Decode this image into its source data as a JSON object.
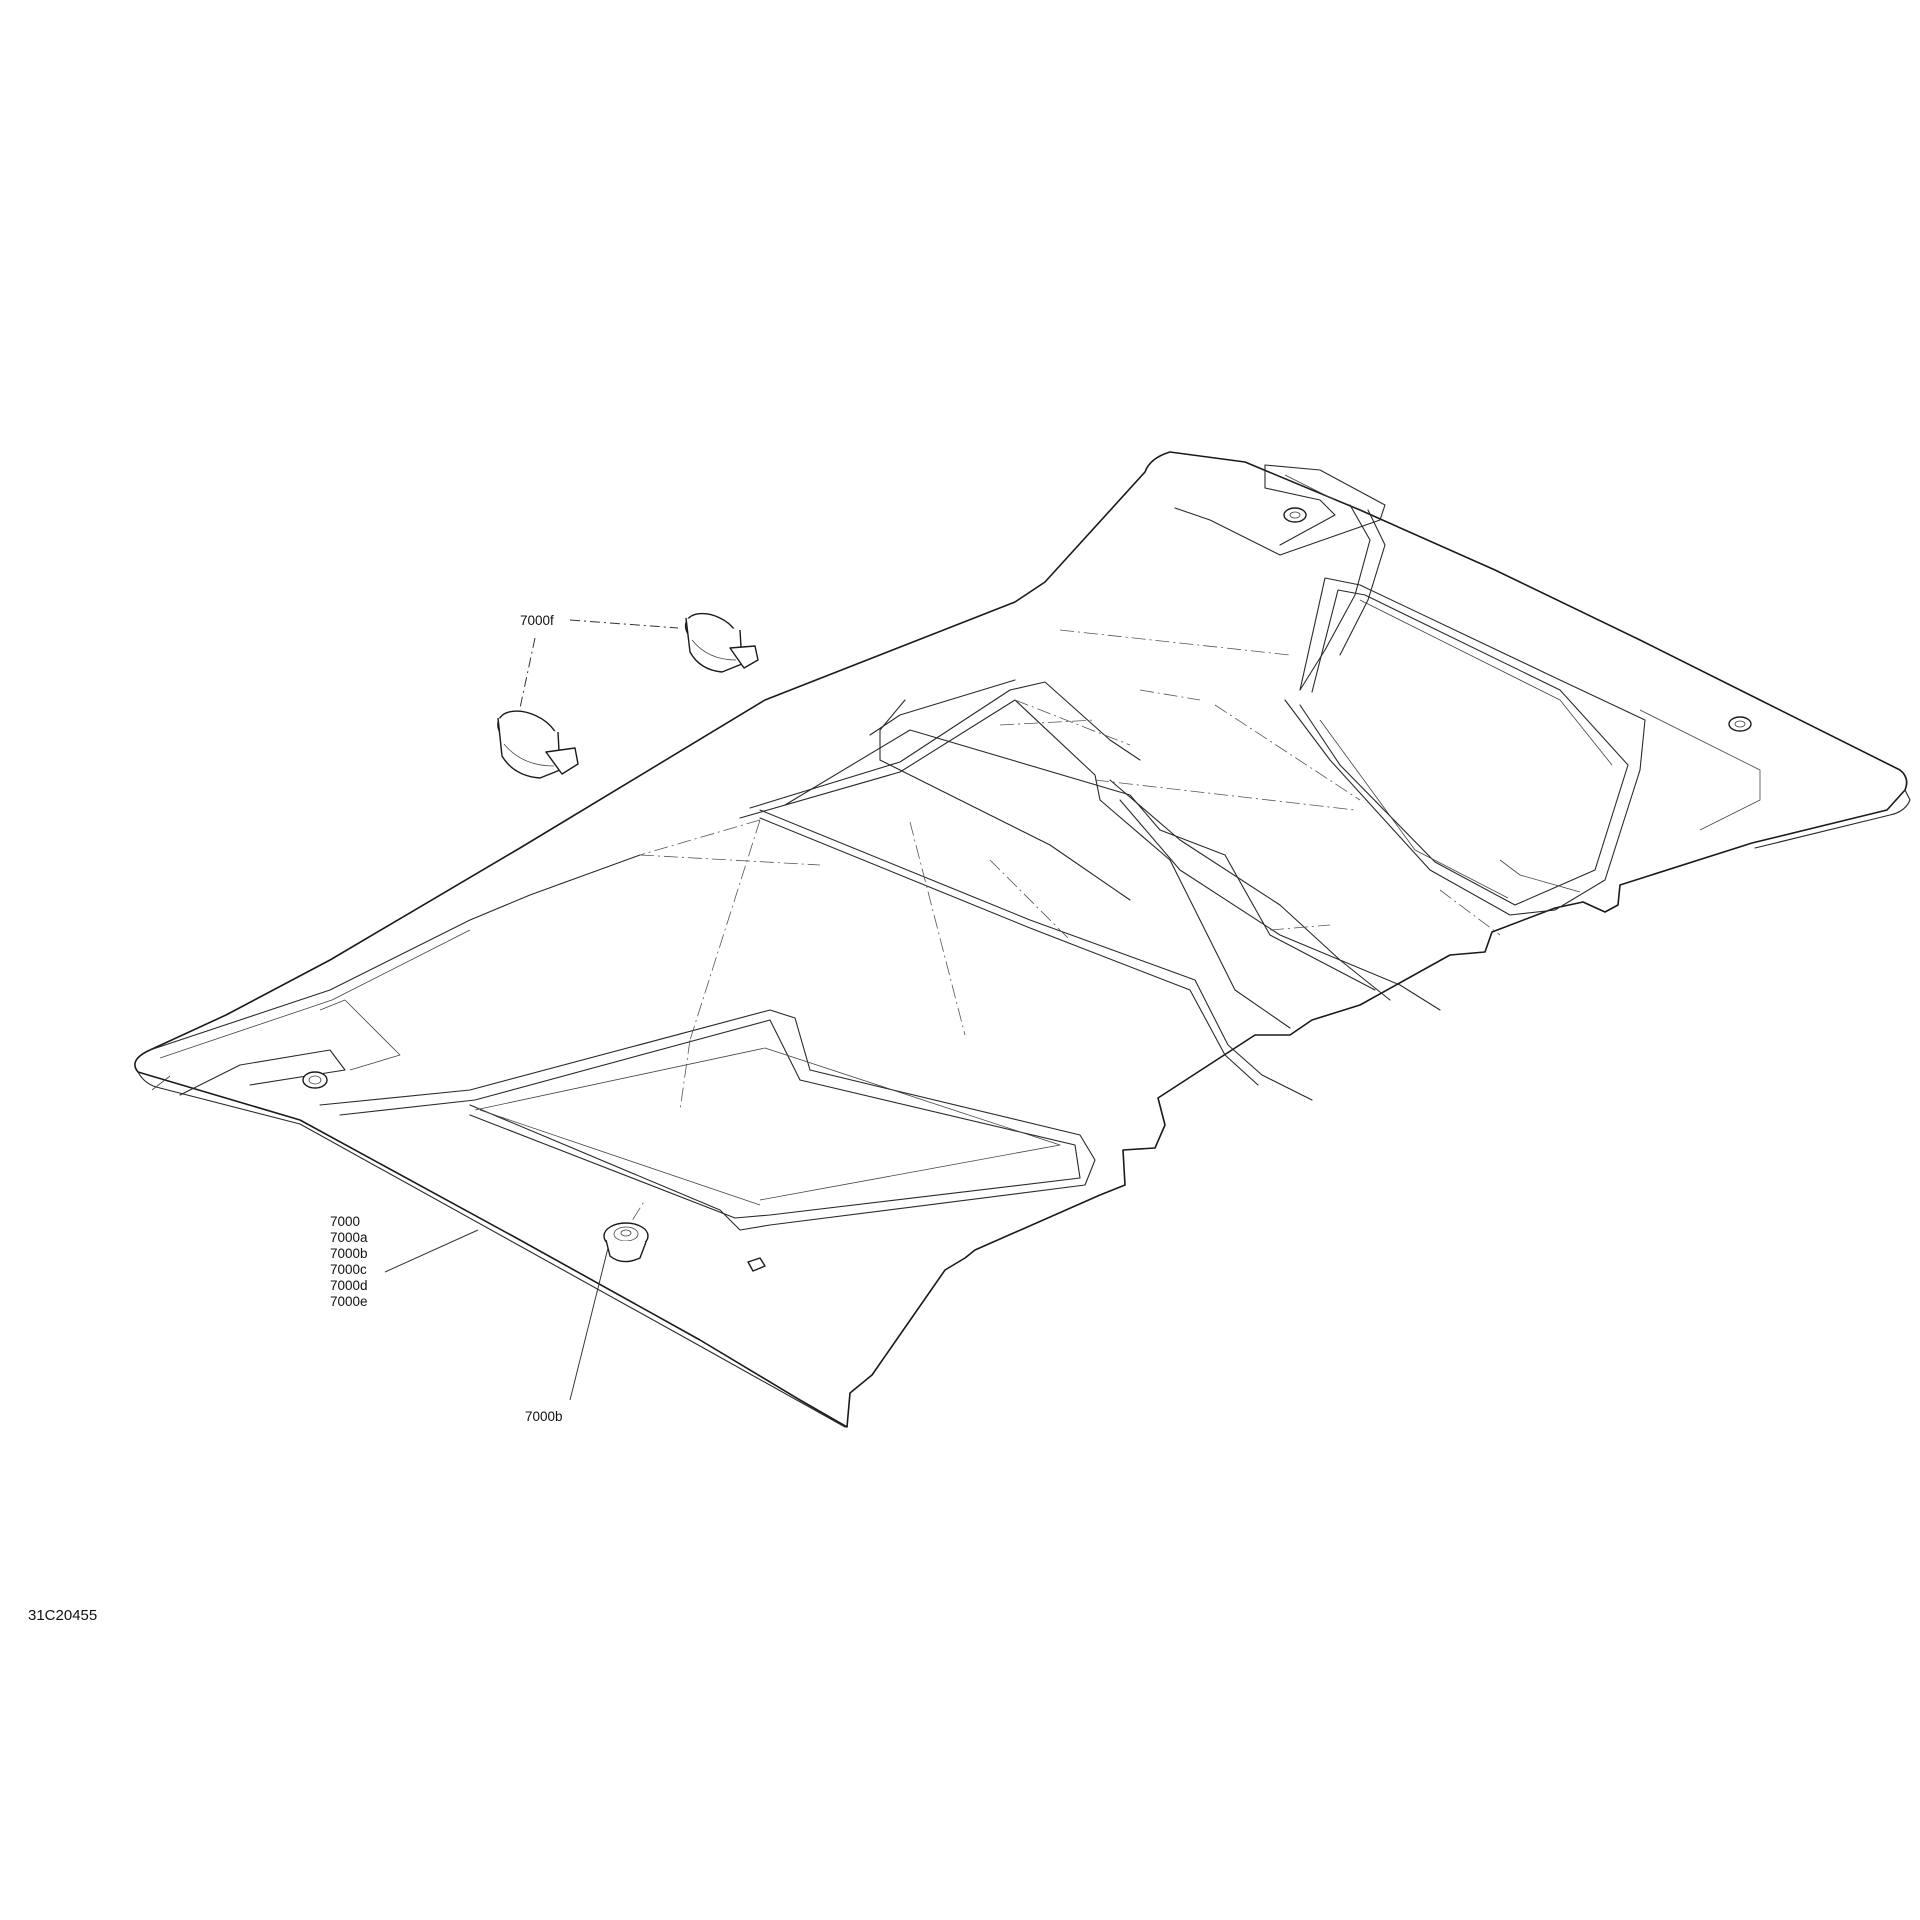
{
  "diagram": {
    "callouts": {
      "clamp": "7000f",
      "panel": [
        "7000",
        "7000a",
        "7000b",
        "7000c",
        "7000d",
        "7000e"
      ],
      "fastener": "7000b"
    },
    "drawing_number": "31C20455"
  }
}
